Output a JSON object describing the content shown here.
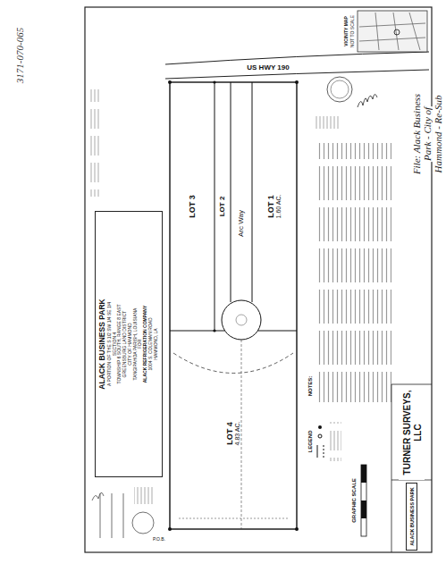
{
  "diagram": {
    "nodes": [
      {
        "text": [
          "ALACK BUSINESS PARK",
          "A PORTION OF THE S 1/2 SW 1/4 SE 1/4",
          "SECTION 4",
          "TOWNSHIP 6 SOUTH, RANGE 8 EAST",
          "GREENSBURG LAND DISTRICT",
          "CITY OF HAMMOND",
          "TANGIPAHOA PARISH, LOUISIANA",
          "FOR",
          "ALACK REFRIGERATION COMPANY",
          "1004 S. COLEMAN ROAD",
          "HAMMOND, LA"
        ]
      },
      {
        "text": [
          "LOT 1",
          "1.60 AC."
        ]
      },
      {
        "text": [
          "LOT 2"
        ]
      },
      {
        "text": [
          "LOT 3"
        ]
      },
      {
        "text": [
          "LOT 4",
          "4.83 AC."
        ]
      },
      {
        "text": [
          "TURNER SURVEYS, LLC"
        ]
      },
      {
        "text": [
          "ALACK BUSINESS PARK"
        ]
      }
    ],
    "labels": [
      "US HWY 190",
      "Arc Way",
      "NOTES:",
      "LEGEND",
      "GRAPHIC SCALE",
      "VICINITY MAP",
      "NOT TO SCALE",
      "3171-070-065",
      "File: Alack Business",
      "Park - City of",
      "Hammond - Re-Sub",
      "P.O.B."
    ]
  }
}
